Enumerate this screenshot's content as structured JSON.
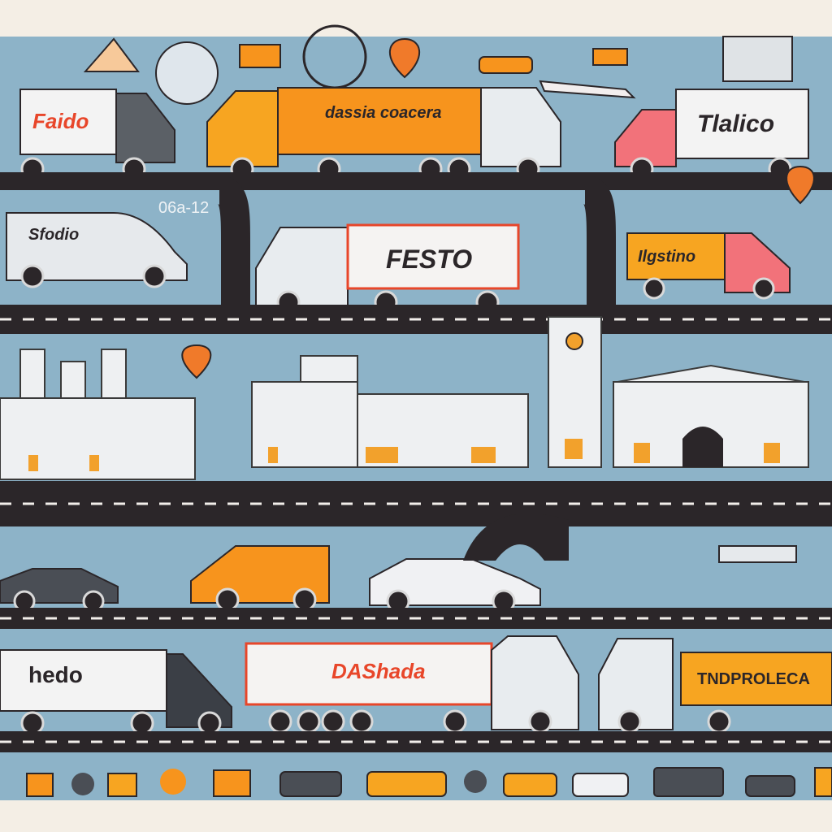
{
  "colors": {
    "sky": "#8db3c8",
    "road": "#2b2629",
    "orange": "#f7941d",
    "cream": "#f4eee5",
    "red": "#e8462a"
  },
  "trucks": {
    "faido": {
      "label": "Faido"
    },
    "dassia": {
      "label": "dassia coacera"
    },
    "tlalico": {
      "label": "Tlalico"
    },
    "sfodio": {
      "label": "Sfodio"
    },
    "festo": {
      "label": "FESTO"
    },
    "ilgstino": {
      "label": "Ilgstino"
    },
    "hedo": {
      "label": "hedo"
    },
    "dashada": {
      "label": "DAShada"
    },
    "tndproleca": {
      "label": "TNDPROLECA"
    }
  },
  "signs": {
    "road_number": "06a-12"
  }
}
